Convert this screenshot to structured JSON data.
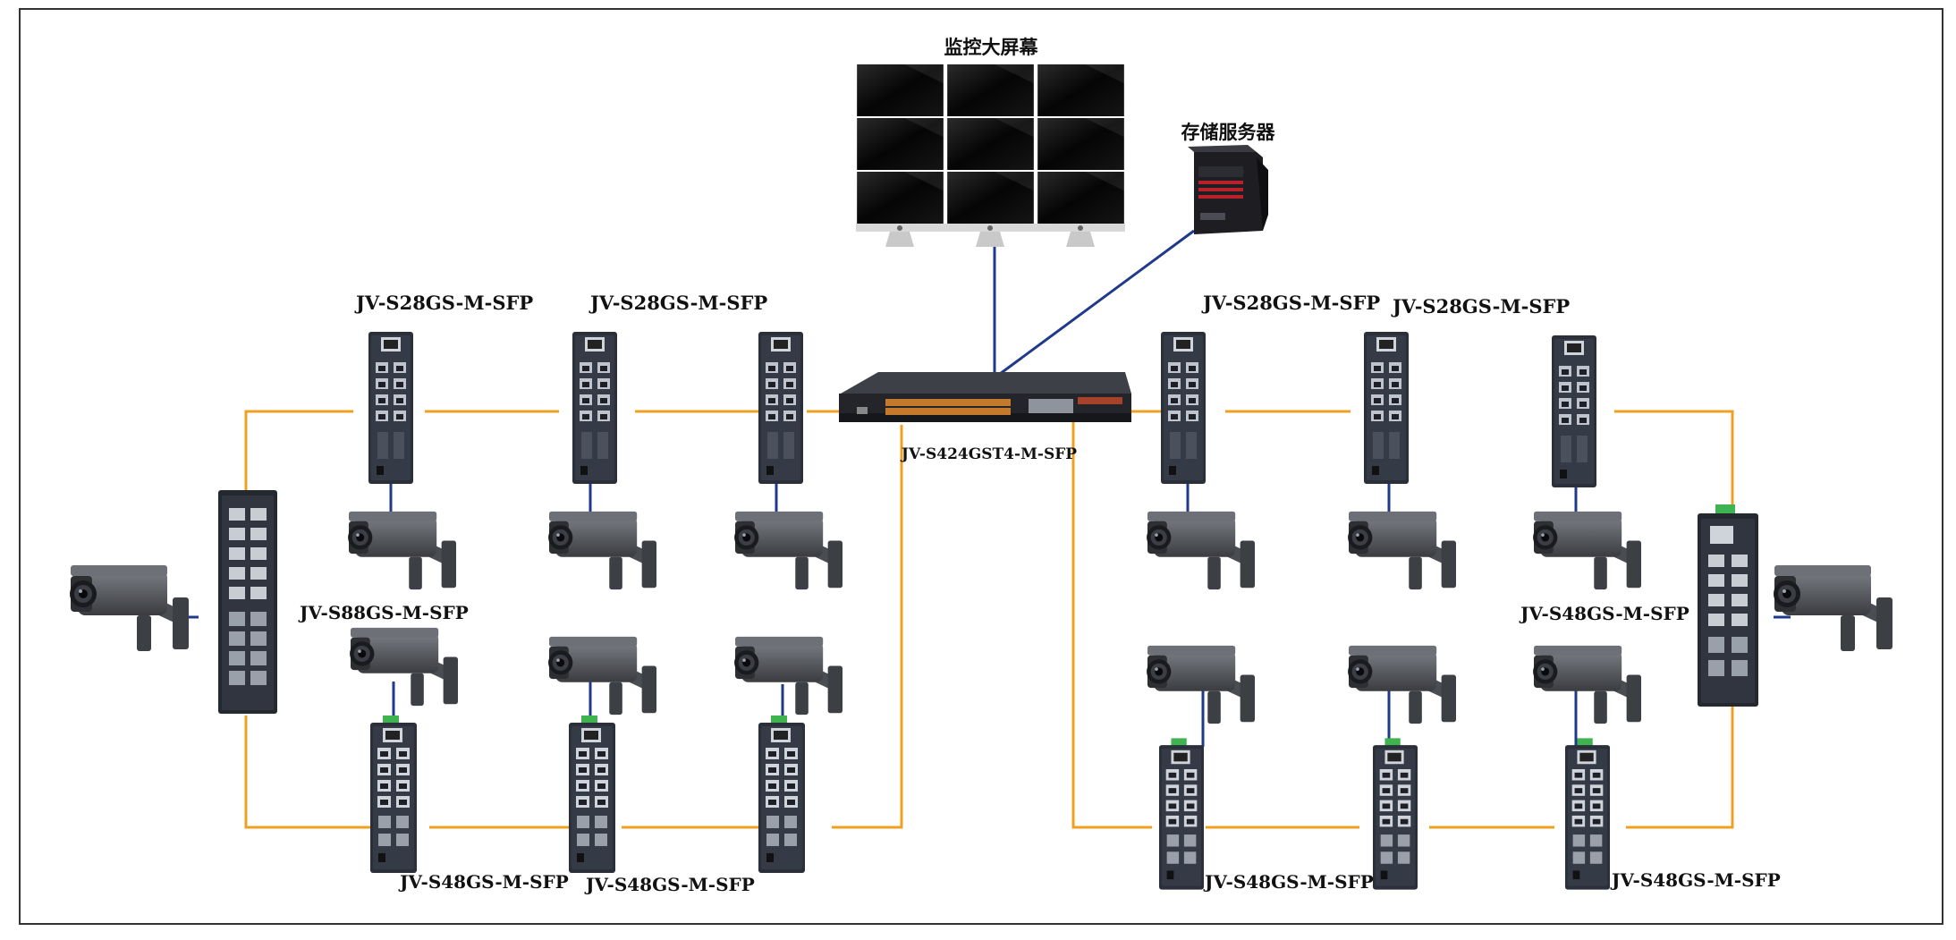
{
  "labels": {
    "monitor_wall": "监控大屏幕",
    "storage_server": "存储服务器",
    "core_switch": "JV-S424GST4-M-SFP",
    "s28_a": "JV-S28GS-M-SFP",
    "s28_b": "JV-S28GS-M-SFP",
    "s28_c": "JV-S28GS-M-SFP",
    "s28_d": "JV-S28GS-M-SFP",
    "s88": "JV-S88GS-M-SFP",
    "s48_a": "JV-S48GS-M-SFP",
    "s48_b": "JV-S48GS-M-SFP",
    "s48_c": "JV-S48GS-M-SFP",
    "s48_d": "JV-S48GS-M-SFP",
    "s48_right": "JV-S48GS-M-SFP"
  },
  "colors": {
    "ring_link": "#f0a020",
    "device_link": "#1f3a8a",
    "frame": "#333333",
    "device_body": "#2a2f3a",
    "camera_body": "#55585e"
  },
  "icons": {
    "monitor": "monitor-icon",
    "server": "server-icon",
    "rack_switch": "rack-switch-icon",
    "din_switch": "din-rail-switch-icon",
    "camera": "bullet-camera-icon"
  }
}
